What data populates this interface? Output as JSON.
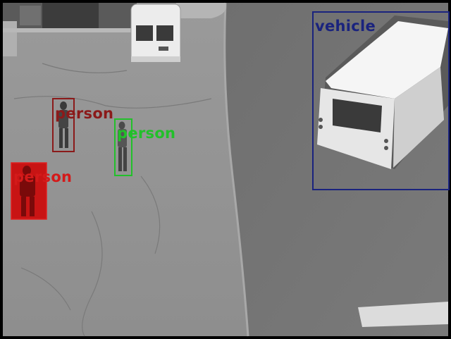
{
  "detections": [
    {
      "label": "vehicle",
      "color": "#1a237e"
    },
    {
      "label": "person",
      "color": "#8b1a1a"
    },
    {
      "label": "person",
      "color": "#22c02a"
    },
    {
      "label": "person",
      "color": "#d41a1a"
    }
  ],
  "scene": {
    "palette": "grayscale",
    "objects": [
      "parked-van",
      "shuttle-bus",
      "pedestrians",
      "crosswalk-stripe"
    ]
  }
}
